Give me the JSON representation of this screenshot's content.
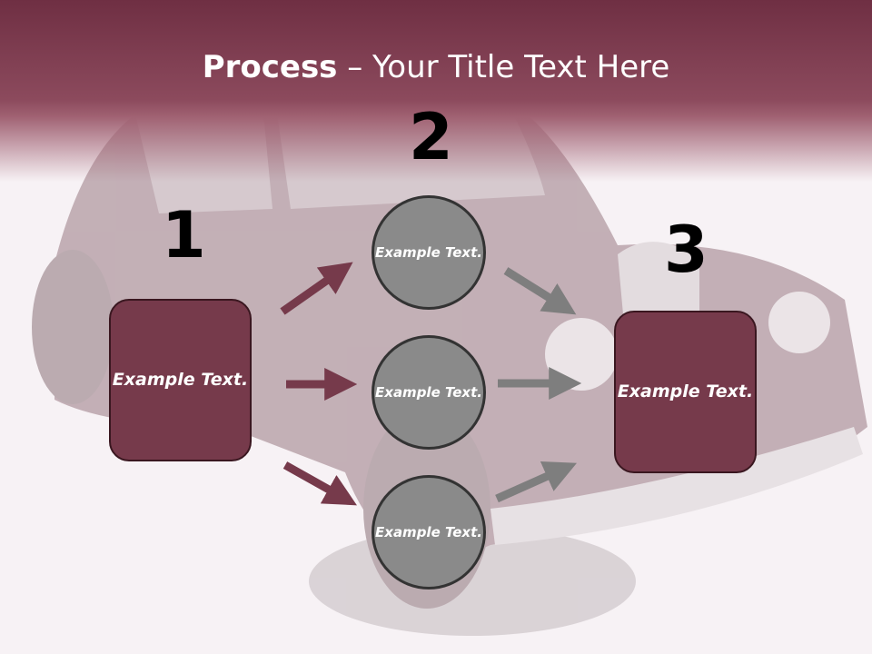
{
  "title": {
    "bold": "Process",
    "rest": " – Your Title Text Here"
  },
  "steps": [
    {
      "number": "1",
      "boxes": [
        "Example Text."
      ]
    },
    {
      "number": "2",
      "circles": [
        "Example Text.",
        "Example Text.",
        "Example Text."
      ]
    },
    {
      "number": "3",
      "boxes": [
        "Example Text."
      ]
    }
  ],
  "colors": {
    "accent": "#763a4b",
    "circle": "#8a8a8a",
    "header": "#8c4a5d",
    "gray_arrow": "#7e7e7e"
  }
}
